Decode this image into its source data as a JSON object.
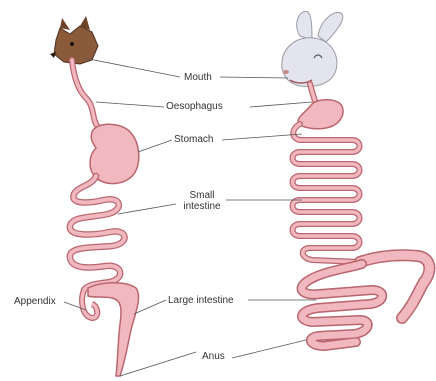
{
  "labels": {
    "mouth": "Mouth",
    "oesophagus": "Oesophagus",
    "stomach": "Stomach",
    "small_intestine_line1": "Small",
    "small_intestine_line2": "intestine",
    "appendix": "Appendix",
    "large_intestine": "Large intestine",
    "anus": "Anus"
  },
  "colors": {
    "gut_fill": "#f2b8bf",
    "gut_outline": "#b9666f",
    "leader_line": "#555555",
    "dog_head": "#8a5a3a",
    "rabbit_head": "#e4e4ee"
  },
  "animals": [
    "dog-head-icon",
    "rabbit-head-icon"
  ]
}
